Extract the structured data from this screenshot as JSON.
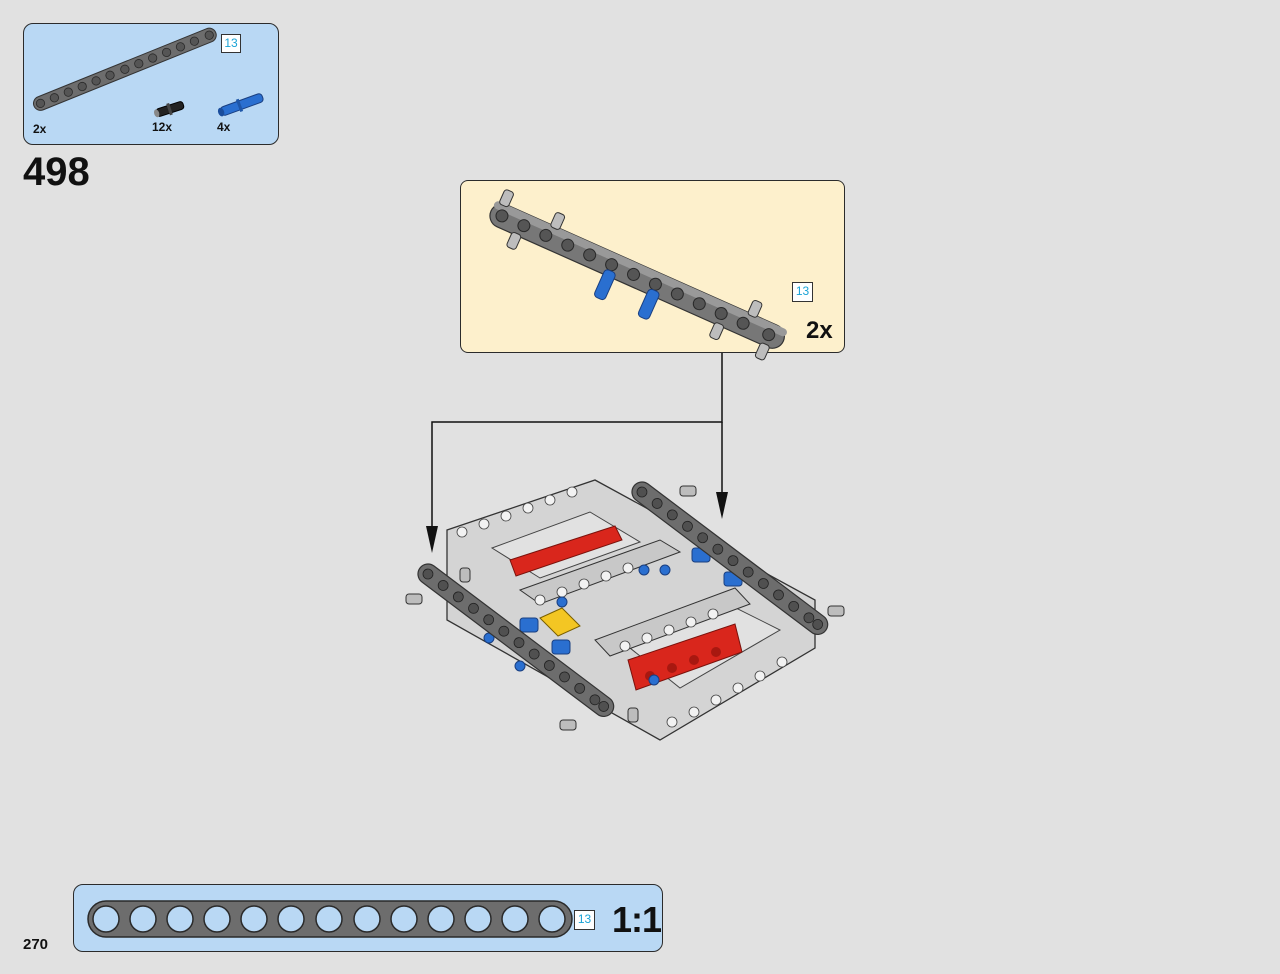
{
  "step": {
    "number": "498"
  },
  "page": {
    "number": "270"
  },
  "parts_list": {
    "items": [
      {
        "qty": "2x",
        "part": "beam-13-icon",
        "length": "13"
      },
      {
        "qty": "12x",
        "part": "black-pin-icon"
      },
      {
        "qty": "4x",
        "part": "blue-axle-pin-icon"
      }
    ]
  },
  "subassembly": {
    "qty": "2x",
    "length": "13"
  },
  "scale_bar": {
    "length": "13",
    "scale": "1:1"
  },
  "colors": {
    "parts_bg": "#b9d8f4",
    "subassembly_bg": "#fdf0cc",
    "page_bg": "#e1e1e1",
    "beam_dark": "#6d6d6d",
    "beam_light": "#cfcfcf",
    "beam_red": "#d9261c",
    "pin_blue": "#2a6fd0",
    "badge_text": "#1aa3d6"
  }
}
